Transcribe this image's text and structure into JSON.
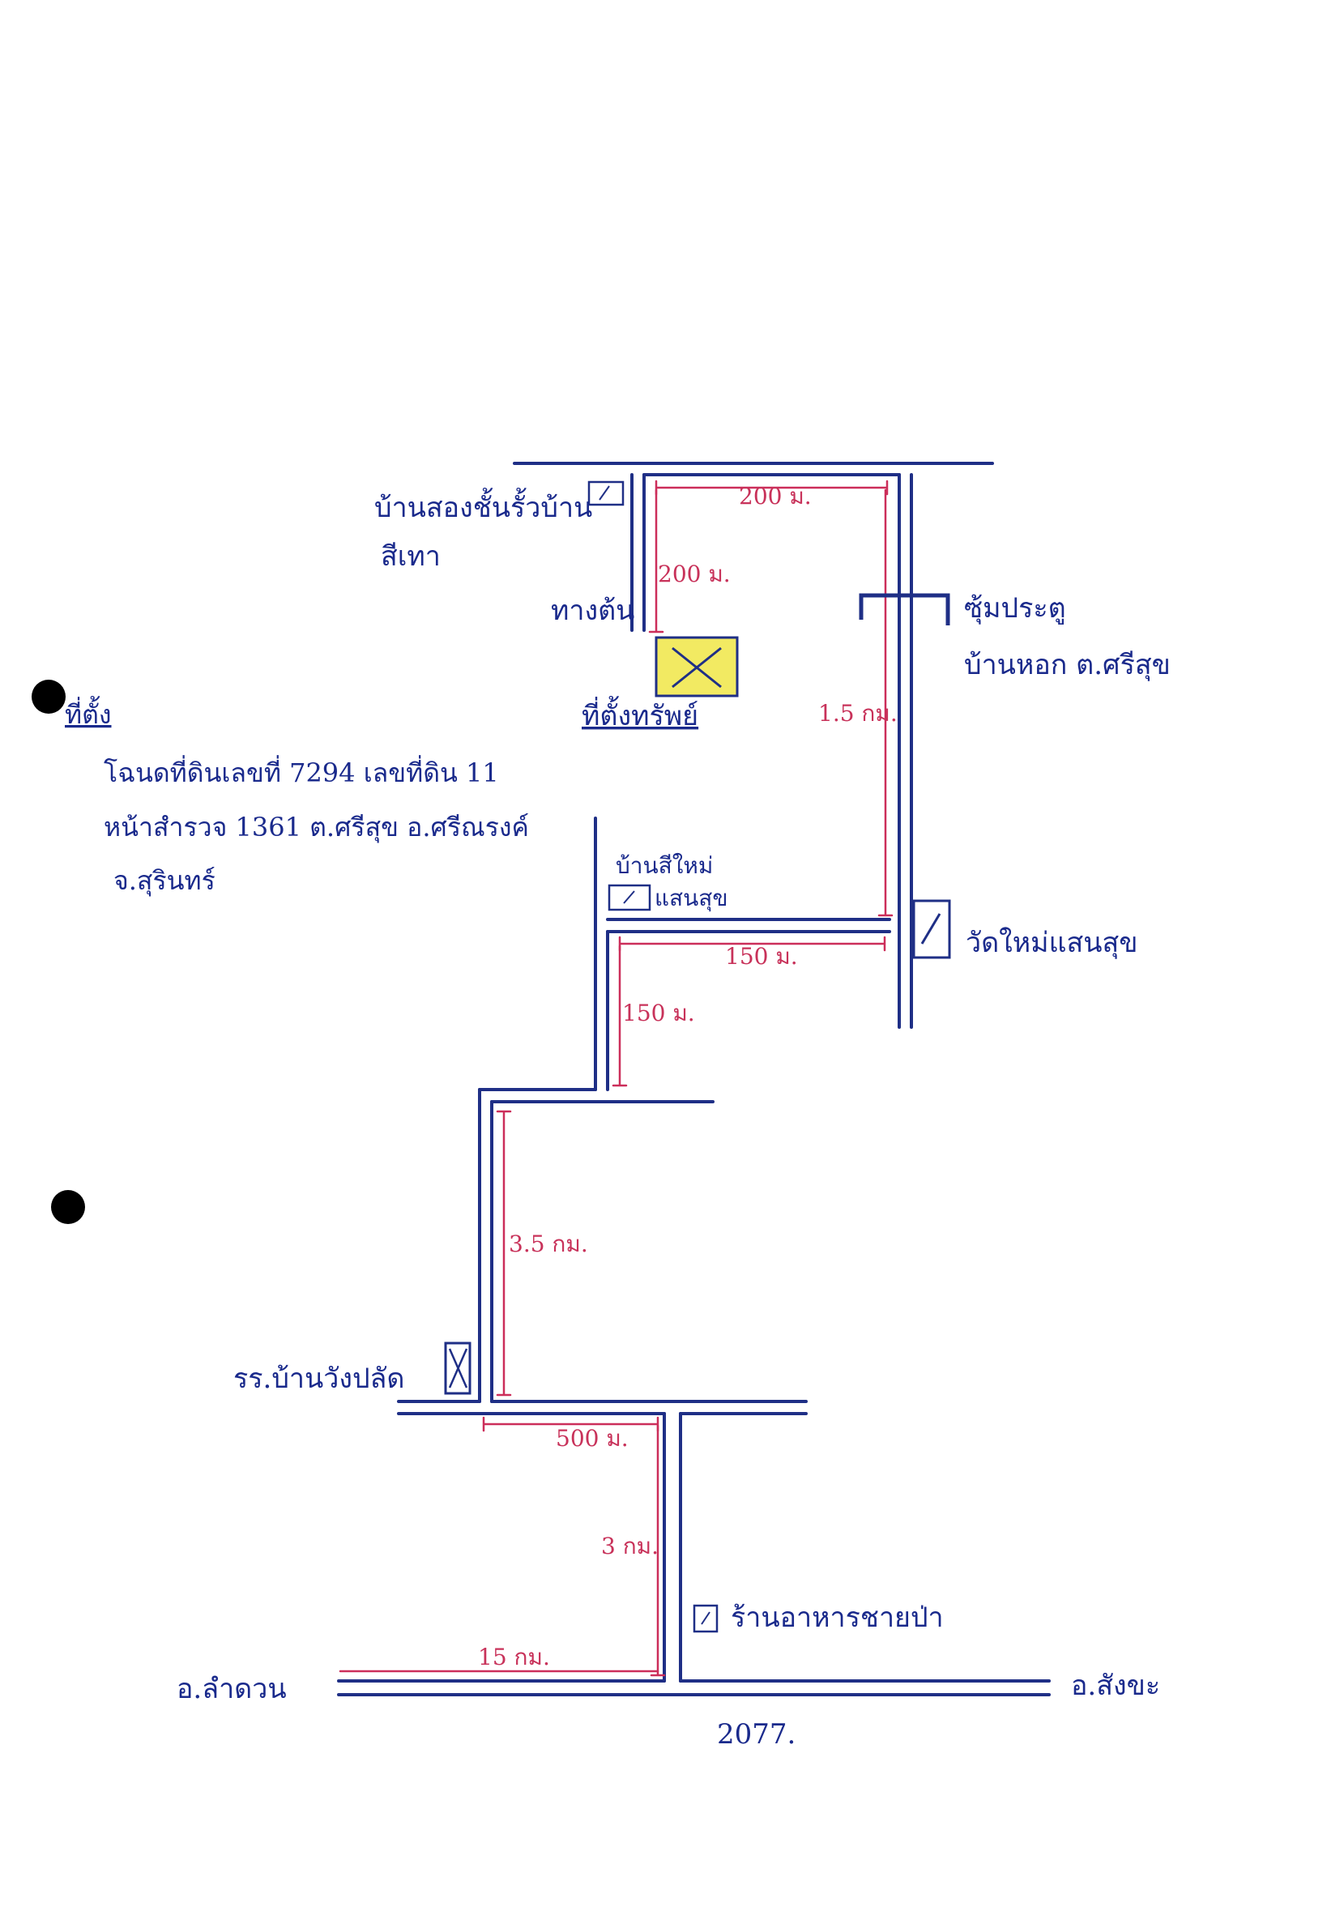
{
  "colors": {
    "road": "#1f2f86",
    "distance": "#cc2e5a",
    "marker_fill": "#f2ea62",
    "ink": "#1a2a8c",
    "paper": "#ffffff"
  },
  "labels": {
    "house_two_storey_line1": "บ้านสองชั้นรั้วบ้าน",
    "house_two_storey_line2": "สีเทา",
    "junction_left": "ทางต้น",
    "site_label": "ที่ตั้งทรัพย์",
    "gate_line1": "ซุ้มประตู",
    "gate_line2": "บ้านหอก ต.ศรีสุข",
    "new_house_line1": "บ้านสีใหม่",
    "new_house_line2": "แสนสุข",
    "temple": "วัดใหม่แสนสุข",
    "school": "รร.บ้านวังปลัด",
    "restaurant": "ร้านอาหารชายป่า",
    "town_left": "อ.ลำดวน",
    "town_right": "อ.สังขะ",
    "road_number": "2077."
  },
  "notes": {
    "heading": "ที่ตั้ง",
    "line1": "โฉนดที่ดินเลขที่ 7294 เลขที่ดิน 11",
    "line2": "หน้าสำรวจ 1361 ต.ศรีสุข อ.ศรีณรงค์",
    "line3": "จ.สุรินทร์"
  },
  "distances": {
    "top_horizontal": "200 ม.",
    "top_vertical": "200 ม.",
    "right_vertical": "1.5 กม.",
    "mid_horizontal": "150 ม.",
    "mid_vertical": "150 ม.",
    "long_vertical": "3.5 กม.",
    "bottom_horizontal": "500 ม.",
    "bottom_vertical": "3 กม.",
    "main_road": "15 กม."
  },
  "icons": {
    "site_marker": "site-cross-marker-icon",
    "house_marker": "house-box-icon",
    "school_marker": "school-box-icon",
    "temple_marker": "temple-box-icon",
    "restaurant_marker": "shop-box-icon",
    "gate_marker": "gate-arch-icon"
  }
}
